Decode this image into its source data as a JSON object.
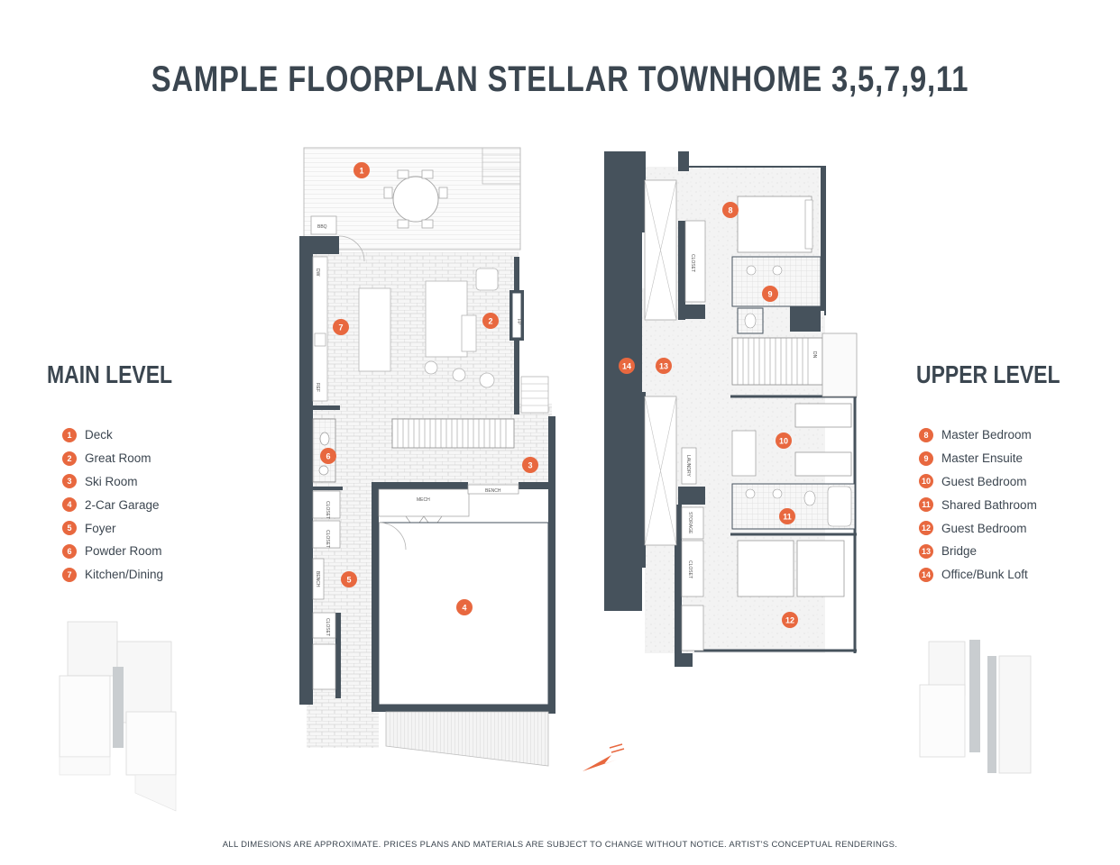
{
  "title": "SAMPLE FLOORPLAN STELLAR TOWNHOME 3,5,7,9,11",
  "main_level": {
    "heading": "MAIN LEVEL",
    "rooms": [
      {
        "num": "1",
        "label": "Deck"
      },
      {
        "num": "2",
        "label": "Great Room"
      },
      {
        "num": "3",
        "label": "Ski Room"
      },
      {
        "num": "4",
        "label": "2-Car Garage"
      },
      {
        "num": "5",
        "label": "Foyer"
      },
      {
        "num": "6",
        "label": "Powder Room"
      },
      {
        "num": "7",
        "label": "Kitchen/Dining"
      }
    ]
  },
  "upper_level": {
    "heading": "UPPER LEVEL",
    "rooms": [
      {
        "num": "8",
        "label": "Master Bedroom"
      },
      {
        "num": "9",
        "label": "Master Ensuite"
      },
      {
        "num": "10",
        "label": "Guest Bedroom"
      },
      {
        "num": "11",
        "label": "Shared Bathroom"
      },
      {
        "num": "12",
        "label": "Guest Bedroom"
      },
      {
        "num": "13",
        "label": "Bridge"
      },
      {
        "num": "14",
        "label": "Office/Bunk Loft"
      }
    ]
  },
  "plan_labels": {
    "bbq": "BBQ",
    "mech": "MECH",
    "bench": "BENCH",
    "closet": "CLOSET",
    "laundry": "LAUNDRY",
    "storage": "STORAGE",
    "dw": "DW",
    "ref": "REF",
    "fp": "FP",
    "dn": "DN"
  },
  "footer": "ALL DIMESIONS ARE APPROXIMATE. PRICES PLANS AND MATERIALS ARE SUBJECT TO CHANGE WITHOUT NOTICE. ARTIST'S CONCEPTUAL RENDERINGS.",
  "colors": {
    "accent": "#e8683f",
    "wall": "#46525c",
    "text": "#3b4650"
  }
}
